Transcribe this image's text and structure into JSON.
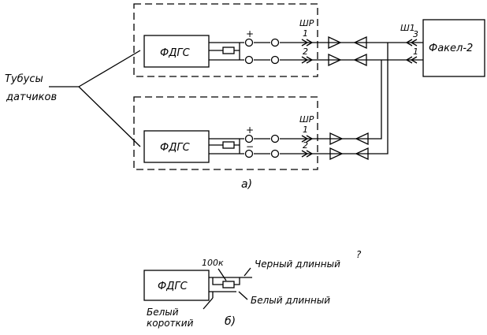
{
  "diagram": {
    "panel_a": {
      "sensor_upper_label": "ФДГС",
      "sensor_lower_label": "ФДГС",
      "connector_upper_label": "ШР",
      "connector_lower_label": "ШР",
      "pin1": "1",
      "pin2": "2",
      "plus_sign": "+",
      "minus_sign": "−",
      "device_label": "Факел-2",
      "device_connector_label": "Ш1",
      "device_pin3": "3",
      "device_pin1": "1",
      "tubes_label_line1": "Тубусы",
      "tubes_label_line2": "датчиков",
      "caption": "а)"
    },
    "panel_b": {
      "sensor_label": "ФДГС",
      "resistor_label": "100к",
      "black_long_label": "Черный длинный",
      "question_mark": "?",
      "white_long_label": "Белый длинный",
      "white_short_line1": "Белый",
      "white_short_line2": "короткий",
      "caption": "б)"
    }
  }
}
